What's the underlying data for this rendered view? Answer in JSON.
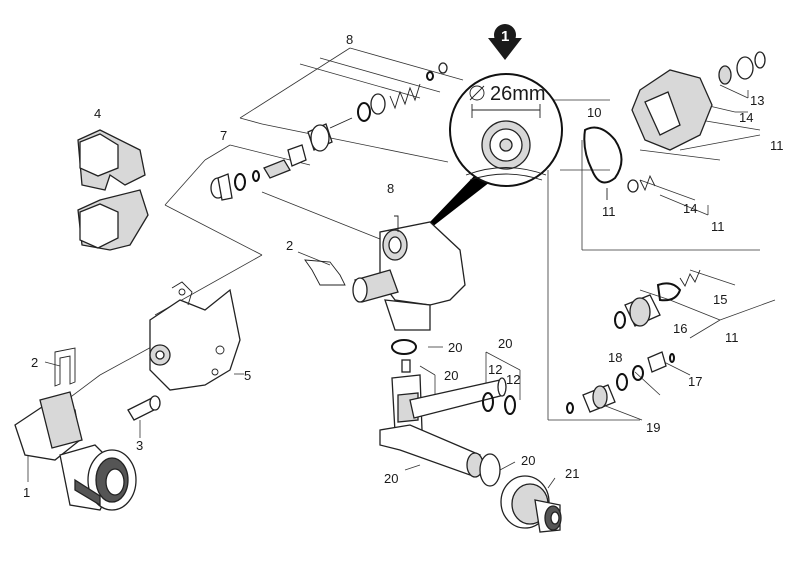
{
  "callout": {
    "step": "1",
    "dimension": "26mm"
  },
  "labels": {
    "l1": "1",
    "l2a": "2",
    "l2b": "2",
    "l3": "3",
    "l4": "4",
    "l5": "5",
    "l7": "7",
    "l8a": "8",
    "l8b": "8",
    "l10": "10",
    "l11a": "11",
    "l11b": "11",
    "l11c": "11",
    "l11d": "11",
    "l12a": "12",
    "l12b": "12",
    "l13": "13",
    "l14a": "14",
    "l14b": "14",
    "l15": "15",
    "l16": "16",
    "l17": "17",
    "l18": "18",
    "l19": "19",
    "l20a": "20",
    "l20b": "20",
    "l20c": "20",
    "l20d": "20",
    "l20e": "20",
    "l21": "21"
  },
  "icons": {
    "diameter": "diameter-icon",
    "arrow": "down-arrow-icon"
  }
}
